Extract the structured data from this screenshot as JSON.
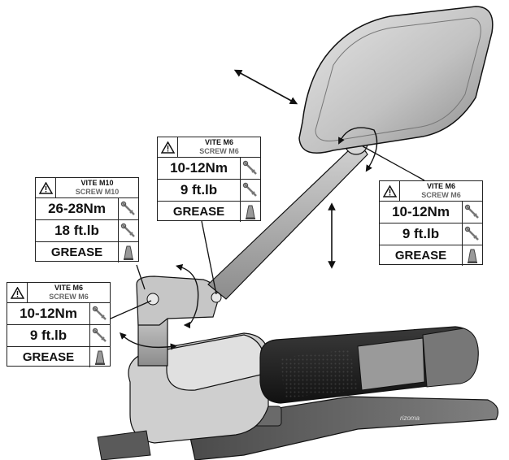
{
  "labels": [
    {
      "id": "m6-base",
      "vite": "VITE M6",
      "screw": "SCREW M6",
      "torque_nm": "10-12Nm",
      "torque_ftlb": "9 ft.lb",
      "lubricant": "GREASE"
    },
    {
      "id": "m10",
      "vite": "VITE M10",
      "screw": "SCREW M10",
      "torque_nm": "26-28Nm",
      "torque_ftlb": "18 ft.lb",
      "lubricant": "GREASE"
    },
    {
      "id": "m6-arm",
      "vite": "VITE M6",
      "screw": "SCREW M6",
      "torque_nm": "10-12Nm",
      "torque_ftlb": "9 ft.lb",
      "lubricant": "GREASE"
    },
    {
      "id": "m6-mirror",
      "vite": "VITE M6",
      "screw": "SCREW M6",
      "torque_nm": "10-12Nm",
      "torque_ftlb": "9 ft.lb",
      "lubricant": "GREASE"
    }
  ],
  "brand_mark": "rizoma",
  "icons": {
    "warning": "warning-triangle-icon",
    "wrench": "torque-wrench-icon",
    "grease": "grease-tube-icon"
  },
  "colors": {
    "line": "#111111",
    "part_light": "#d9d9d9",
    "part_mid": "#b3b3b3",
    "part_dark": "#5a5a5a",
    "grip": "#2e2e2e"
  }
}
